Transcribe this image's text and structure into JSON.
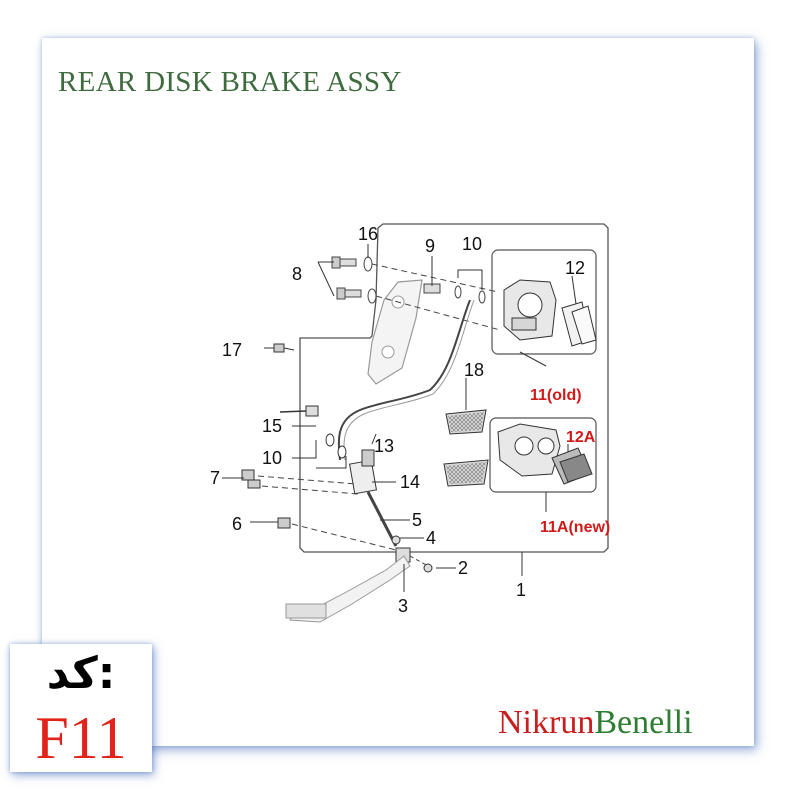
{
  "title": "REAR DISK BRAKE ASSY",
  "code": {
    "label": "کد:",
    "value": "F11"
  },
  "brand": {
    "part1": "Nikrun",
    "part2": "Benelli"
  },
  "callouts": {
    "c1": "1",
    "c2": "2",
    "c3": "3",
    "c4": "4",
    "c5": "5",
    "c6": "6",
    "c7": "7",
    "c8": "8",
    "c9": "9",
    "c10a": "10",
    "c10b": "10",
    "c12": "12",
    "c13": "13",
    "c14": "14",
    "c15": "15",
    "c16": "16",
    "c17": "17",
    "c18": "18",
    "c11old": "11(old)",
    "c11new": "11A(new)",
    "c12a": "12A"
  },
  "colors": {
    "title": "#3e6b3e",
    "code_value": "#e1231b",
    "brand_part1": "#c81e1e",
    "brand_part2": "#2e7d32",
    "callout_red": "#d11a1a"
  }
}
